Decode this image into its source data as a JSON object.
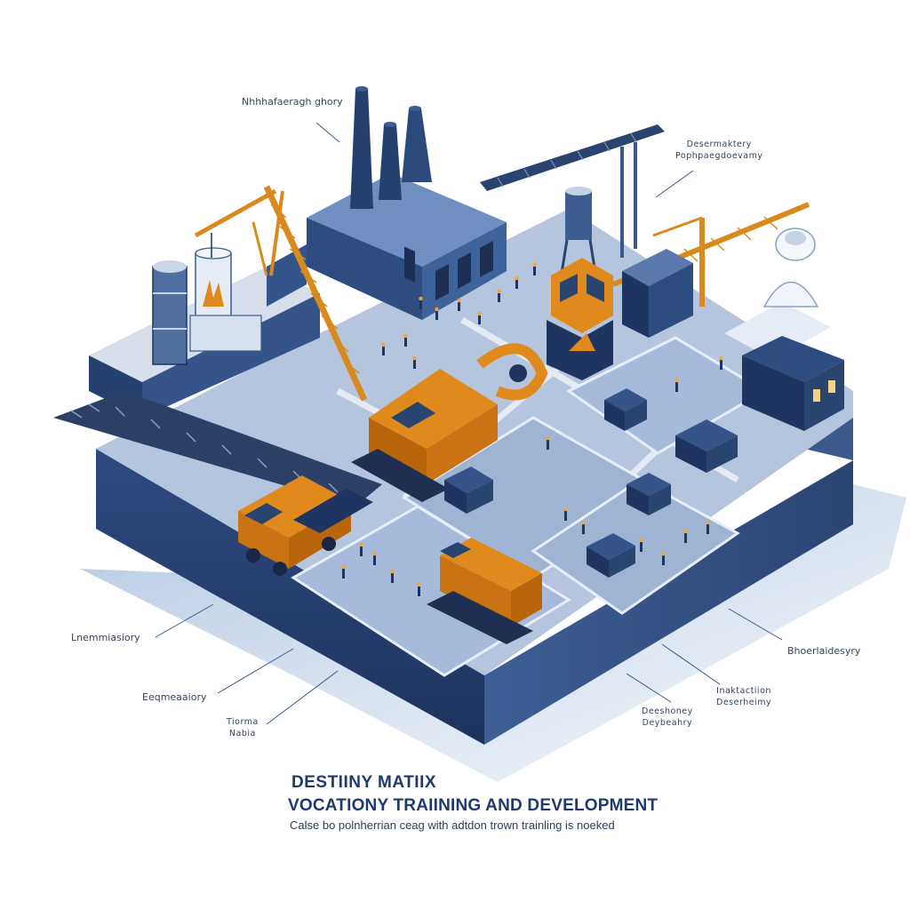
{
  "callouts": {
    "top_left": "Nhhhafaeragh ghory",
    "top_right": [
      "Desermaktery",
      "Pophpaegdoevamy"
    ],
    "left": "Lnemmiasiory",
    "bottom_left_1": "Eeqmeaaiory",
    "bottom_left_2": [
      "Tiorma",
      "Nabia"
    ],
    "right": "Bhoerlaidesyry",
    "bottom_right_1": [
      "Inaktactiion",
      "Deserheimy"
    ],
    "bottom_right_2": [
      "Deeshoney",
      "Deybeahry"
    ]
  },
  "caption": {
    "title": "DESTIINY MATIIX",
    "subtitle": "VOCATIONY TRAIINING AND DEVELOPMENT",
    "tagline": "Calse bo polnherrian ceag with adtdon trown trainling is noeked"
  },
  "colors": {
    "navy": "#1f3460",
    "blue": "#3f5f92",
    "steel": "#6f8fbf",
    "ground": "#b4c4dd",
    "light": "#d8e1ef",
    "orange": "#e08a1e",
    "orange_dark": "#b8650c",
    "white": "#ffffff"
  },
  "icons": [
    "smokestack-icon",
    "crane-icon",
    "truck-icon",
    "excavator-icon",
    "worker-icon",
    "water-tower-icon",
    "dome-icon"
  ]
}
